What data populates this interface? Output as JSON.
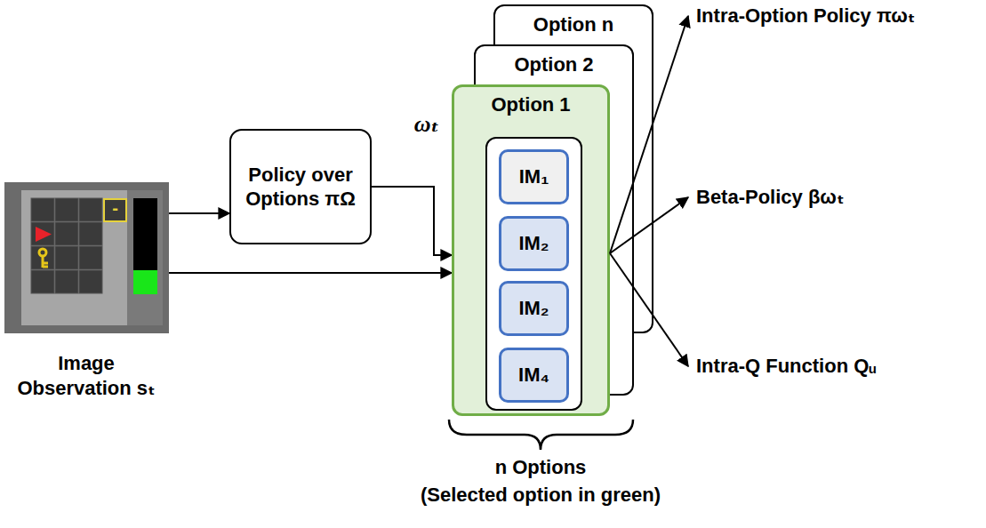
{
  "diagram": {
    "nodes": [
      {
        "text": [
          "Image Observation sₜ"
        ]
      },
      {
        "text": [
          "Policy over Options πΩ"
        ]
      },
      {
        "text": [
          "Option n"
        ]
      },
      {
        "text": [
          "Option 2"
        ]
      },
      {
        "text": [
          "Option 1"
        ]
      },
      {
        "text": [
          "IM₁"
        ],
        "in": 4
      },
      {
        "text": [
          "IM₂"
        ],
        "in": 4
      },
      {
        "text": [
          "IM₂"
        ],
        "in": 4
      },
      {
        "text": [
          "IM₄"
        ],
        "in": 4
      }
    ],
    "edges": [
      {
        "from": 0,
        "to": 1,
        "arrow": "to"
      },
      {
        "from": 1,
        "to": 4,
        "arrow": "to"
      },
      {
        "from": 0,
        "to": 4,
        "arrow": "to"
      }
    ],
    "labels": [
      "-",
      "ωₜ",
      "Intra-Option Policy πωₜ",
      "Beta-Policy βωₜ",
      "Intra-Q Function Qᵤ",
      "n Options",
      "(Selected option in green)"
    ]
  }
}
